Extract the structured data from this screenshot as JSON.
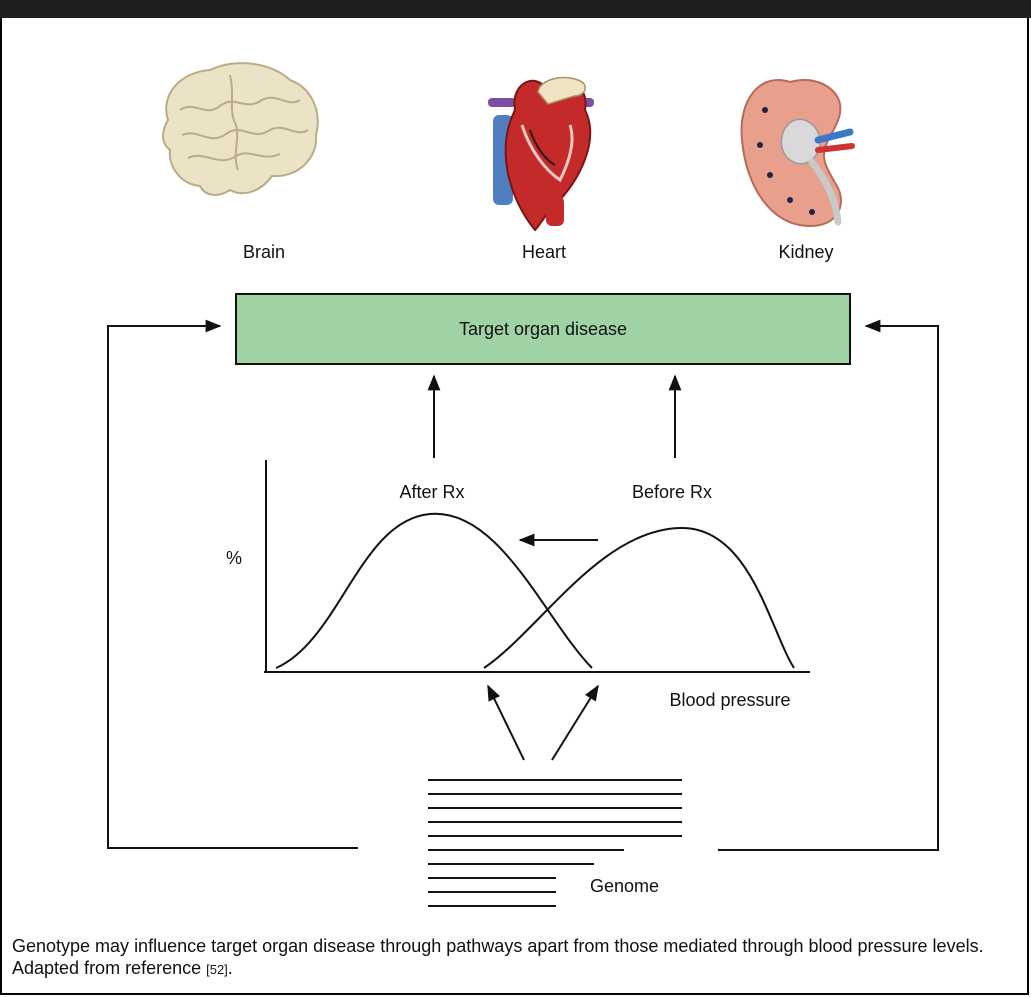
{
  "organs": [
    {
      "name": "brain-illustration",
      "label": "Brain"
    },
    {
      "name": "heart-illustration",
      "label": "Heart"
    },
    {
      "name": "kidney-illustration",
      "label": "Kidney"
    }
  ],
  "target_box": {
    "label": "Target organ disease",
    "color": "#9fd3a6"
  },
  "curves": {
    "after_label": "After Rx",
    "before_label": "Before Rx",
    "y_label": "%",
    "x_label": "Blood pressure"
  },
  "genome": {
    "label": "Genome"
  },
  "caption": {
    "text": "Genotype may influence target organ disease through pathways apart from those mediated through blood pressure levels. Adapted from reference ",
    "ref": "[52]",
    "end": "."
  }
}
